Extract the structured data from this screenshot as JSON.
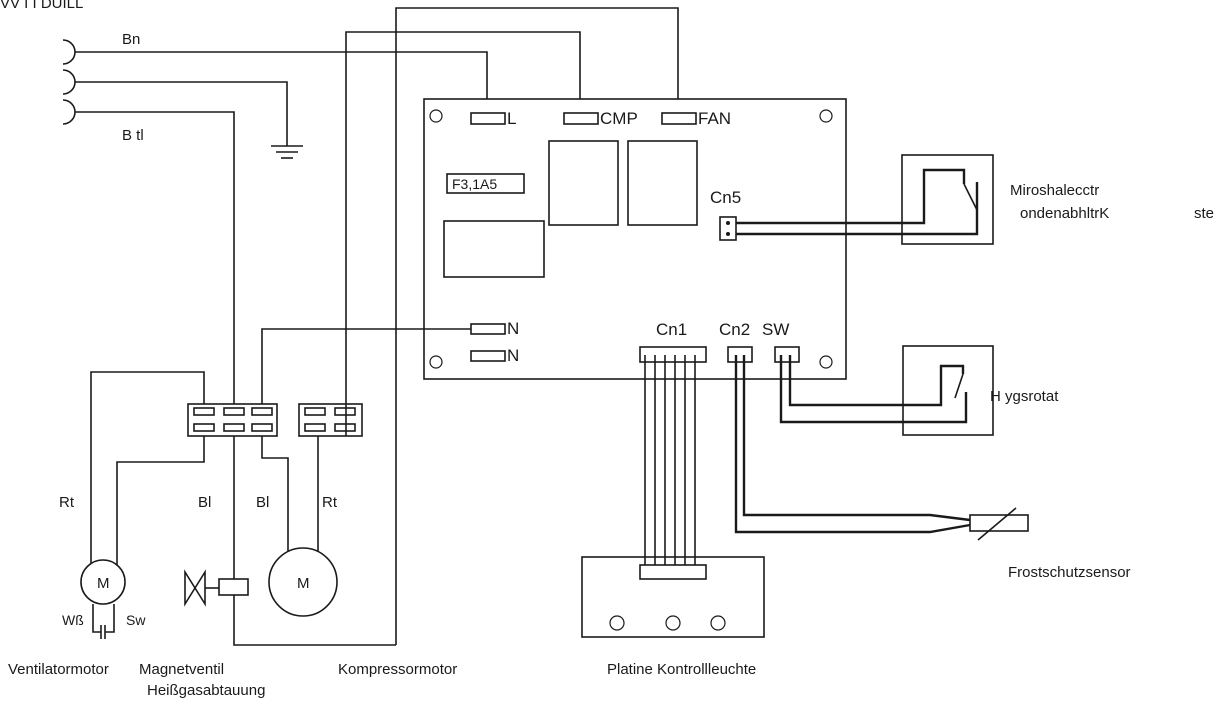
{
  "header": {
    "partial_text": "VV I I DUILL"
  },
  "supply": {
    "wire_top": "Bn",
    "wire_bottom": "B tl"
  },
  "board": {
    "terminal_l": "L",
    "terminal_cmp": "CMP",
    "terminal_fan": "FAN",
    "fuse": "F3,1A5",
    "connector_cn5": "Cn5",
    "terminal_n1": "N",
    "terminal_n2": "N",
    "connector_cn1": "Cn1",
    "connector_cn2": "Cn2",
    "connector_sw": "SW"
  },
  "microswitch": {
    "line1": "Miroshalecctr",
    "line2": "ondenabhltrK",
    "cut": "ste"
  },
  "hygrostat": {
    "label": "H  ygsrotat"
  },
  "frost_sensor": {
    "label": "Frostschutzsensor"
  },
  "wires": {
    "rt_left": "Rt",
    "bl_1": "Bl",
    "bl_2": "Bl",
    "rt_right": "Rt",
    "ws": "Wß",
    "sw": "Sw"
  },
  "motors": {
    "fan_motor_symbol": "M",
    "compressor_symbol": "M"
  },
  "captions": {
    "fan_motor": "Ventilatormotor",
    "valve_1": "Magnetventil",
    "valve_2": "Heißgasabtauung",
    "compressor": "Kompressormotor",
    "control_board": "Platine Kontrollleuchte"
  }
}
